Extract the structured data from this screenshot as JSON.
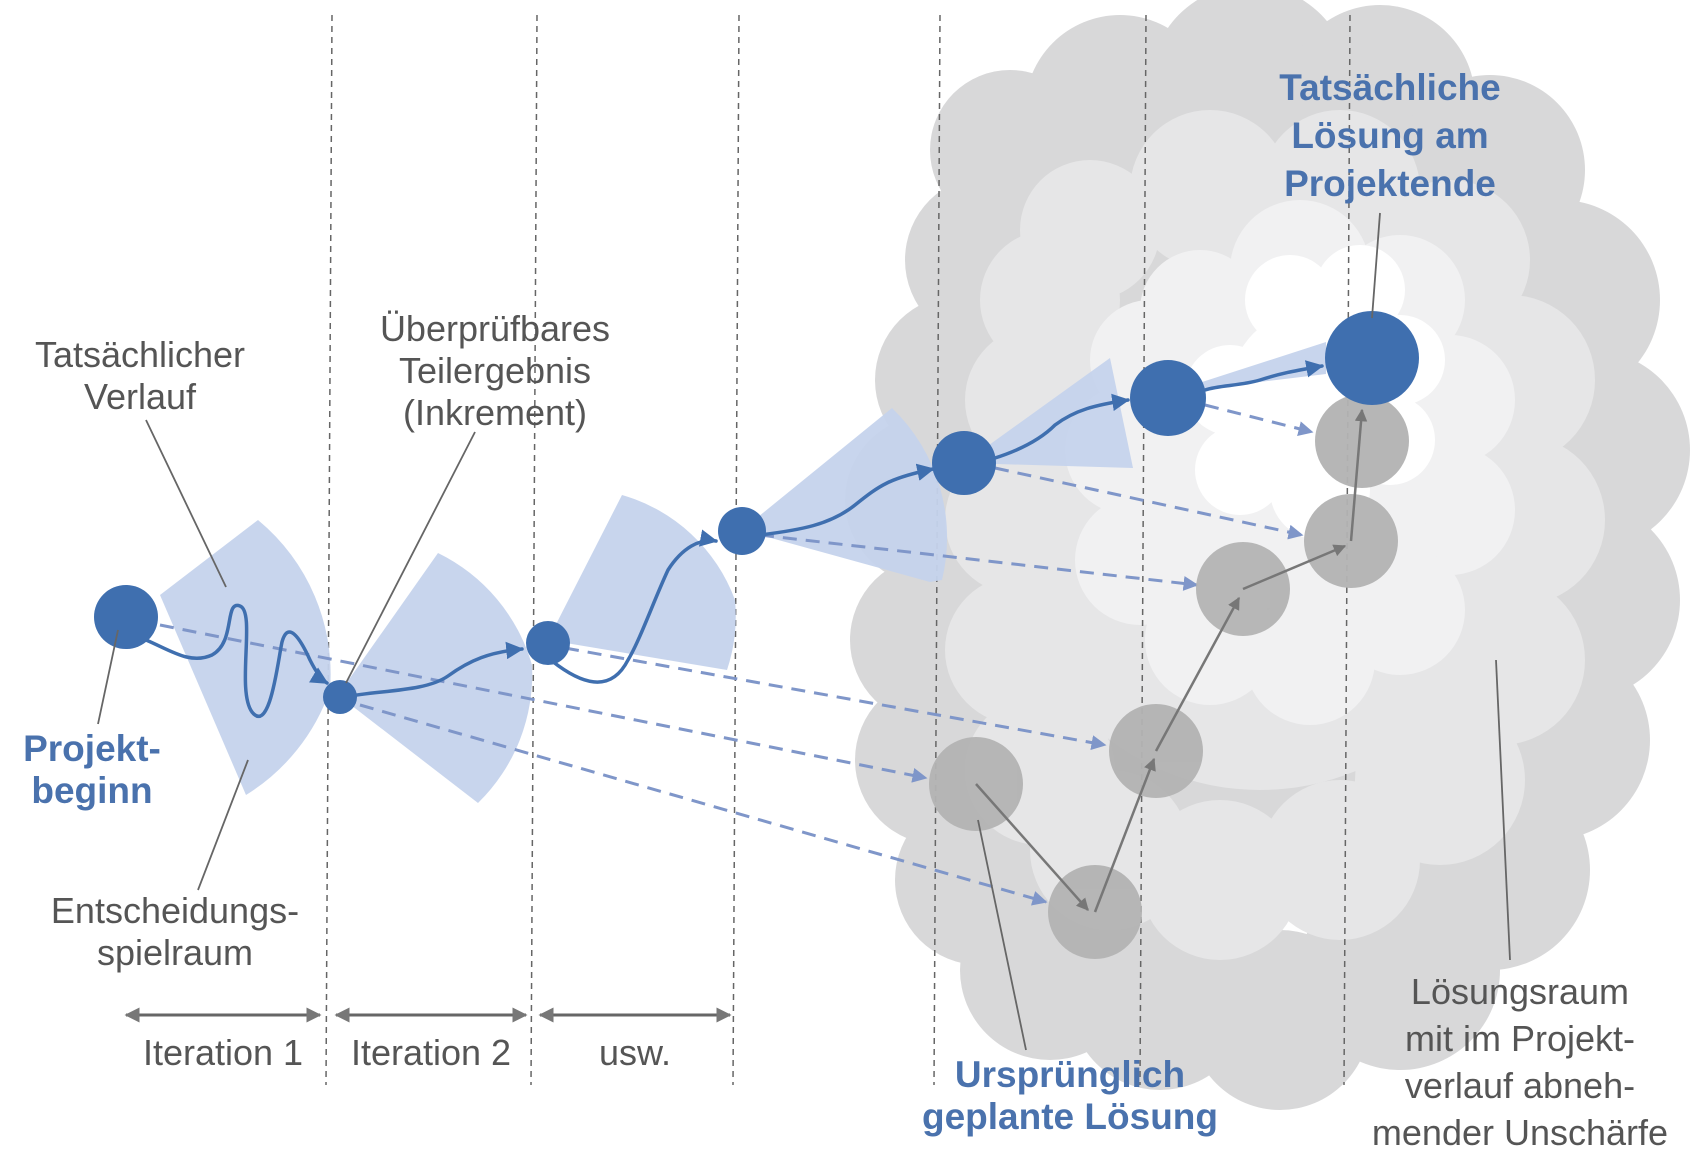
{
  "colors": {
    "accent": "#3f6faf",
    "accent_label": "#4a72ad",
    "cone": "#c5d3ec",
    "planned_node": "#b3b3b3",
    "cloud_outer": "#d8d8d9",
    "cloud_mid": "#e6e6e7",
    "cloud_inner": "#f1f1f2",
    "text": "#555555",
    "dashed_line": "#7f96c9"
  },
  "labels": {
    "actual_course": [
      "Tatsächlicher",
      "Verlauf"
    ],
    "increment": [
      "Überprüfbares",
      "Teilergebnis",
      "(Inkrement)"
    ],
    "project_start": [
      "Projekt-",
      "beginn"
    ],
    "decision_scope": [
      "Entscheidungs-",
      "spielraum"
    ],
    "actual_solution": [
      "Tatsächliche",
      "Lösung am",
      "Projektende"
    ],
    "planned_solution": [
      "Ursprünglich",
      "geplante Lösung"
    ],
    "solution_space": [
      "Lösungsraum",
      "mit im Projekt-",
      "verlauf abneh-",
      "mender Unschärfe"
    ]
  },
  "iterations": [
    "Iteration 1",
    "Iteration 2",
    "usw."
  ]
}
